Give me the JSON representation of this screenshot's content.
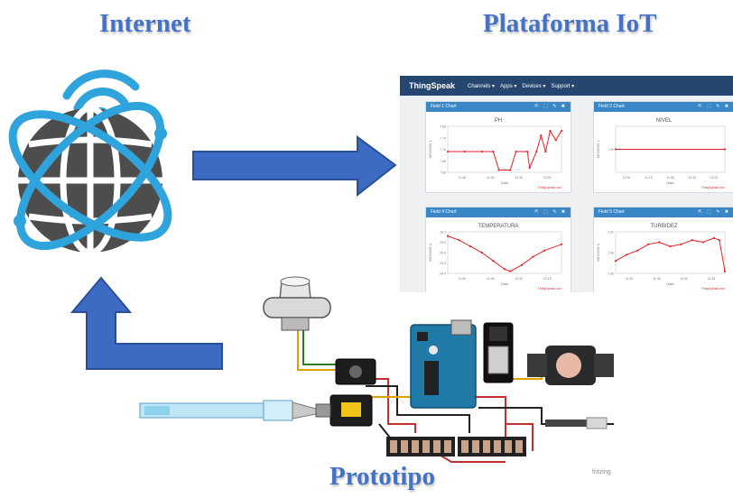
{
  "captions": {
    "internet": "Internet",
    "iot": "Plataforma IoT",
    "prototype": "Prototipo"
  },
  "colors": {
    "caption": "#4472c4",
    "arrow": "#3d6bc4",
    "globe": "#4d4d4d",
    "orbit": "#2ea3dc",
    "ts_bar": "#25466f",
    "panel_header": "#3a87c8",
    "series": "#e0242a"
  },
  "thingspeak": {
    "logo": "ThingSpeak",
    "menu": [
      "Channels ▾",
      "Apps ▾",
      "Devices ▾",
      "Support ▾"
    ],
    "panels": [
      {
        "header": "Field 1 Chart",
        "title": "PH",
        "ylabel": "SENSOR 1",
        "xticks": [
          "11:15",
          "11:30",
          "11:45",
          "12:00"
        ],
        "yticks": [
          "7.80",
          "7.75",
          "7.70",
          "7.65",
          "7.60"
        ],
        "xlabel": "Date",
        "credit": "ThingSpeak.com"
      },
      {
        "header": "Field 2 Chart",
        "title": "NIVEL",
        "ylabel": "SENSOR 2",
        "xticks": [
          "11:00",
          "11:15",
          "11:30",
          "11:45",
          "12:00"
        ],
        "yticks": [
          "1.00"
        ],
        "xlabel": "Date",
        "credit": "ThingSpeak.com"
      },
      {
        "header": "Field 4 Chart",
        "title": "TEMPERATURA",
        "ylabel": "SENSOR 4",
        "xticks": [
          "11:30",
          "11:45",
          "12:00",
          "12:15"
        ],
        "yticks": [
          "26.0",
          "25.5",
          "25.0",
          "24.5",
          "24.0"
        ],
        "xlabel": "Date",
        "credit": "ThingSpeak.com"
      },
      {
        "header": "Field 5 Chart",
        "title": "TURBIDEZ",
        "ylabel": "SENSOR 5",
        "xticks": [
          "11:30",
          "11:45",
          "12:00",
          "12:15"
        ],
        "yticks": [
          "2.0k",
          "1.5k",
          "1.0k"
        ],
        "xlabel": "Date",
        "credit": "ThingSpeak.com"
      }
    ],
    "panel_tools": "⇱ ⬚ ✎ ✖"
  },
  "prototype": {
    "watermark": "fritzing"
  }
}
